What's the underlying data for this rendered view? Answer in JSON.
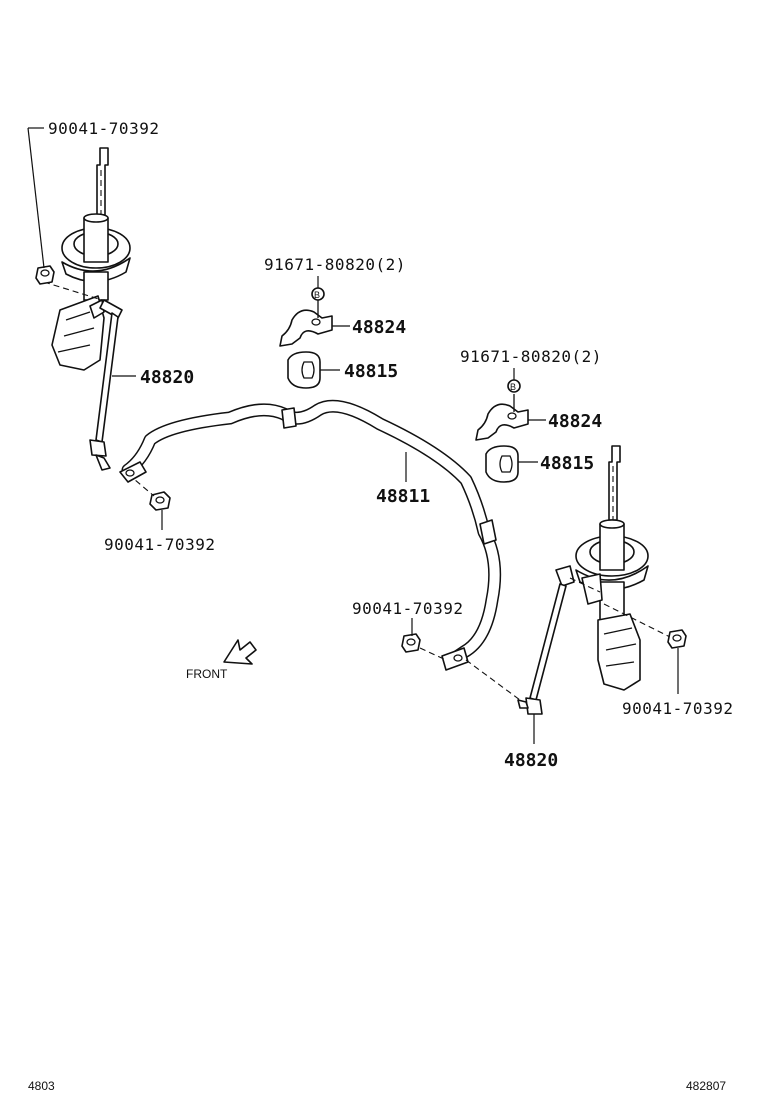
{
  "diagram": {
    "parts": {
      "nut_top_left": "90041-70392",
      "link_left": "48820",
      "nut_mid_left": "90041-70392",
      "bolt_left": "91671-80820(2)",
      "bracket_left": "48824",
      "bushing_left": "48815",
      "bolt_right": "91671-80820(2)",
      "bracket_right": "48824",
      "bushing_right": "48815",
      "stabilizer_bar": "48811",
      "nut_mid_right": "90041-70392",
      "nut_right": "90041-70392",
      "link_right": "48820"
    },
    "bolt_marker": "B",
    "front_label": "FRONT",
    "footer_left": "4803",
    "footer_right": "482807"
  }
}
